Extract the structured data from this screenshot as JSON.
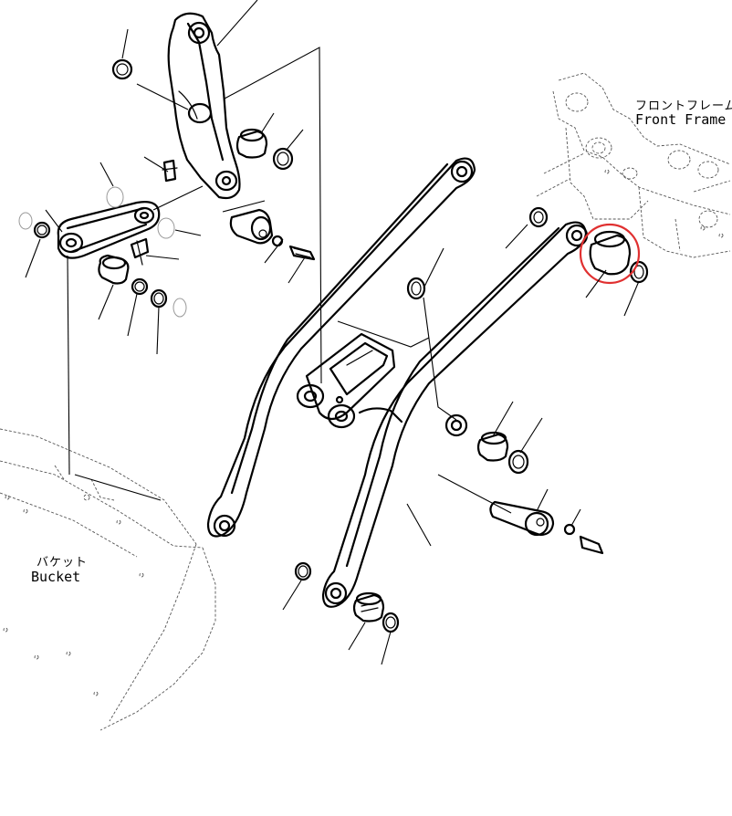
{
  "labels": {
    "front_frame_jp": "フロントフレーム",
    "front_frame_en": "Front Frame",
    "bucket_jp": "バケット",
    "bucket_en": "Bucket"
  },
  "colors": {
    "line": "#000000",
    "highlight": "#e03030",
    "background": "#ffffff"
  }
}
